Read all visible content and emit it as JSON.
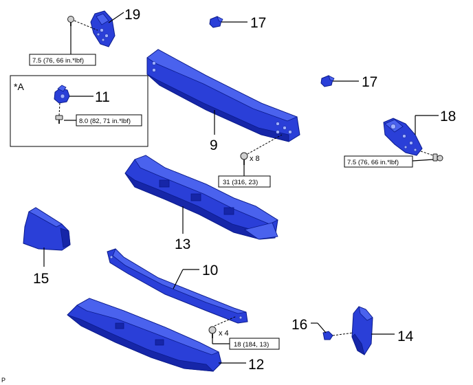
{
  "callouts": {
    "c19": "19",
    "c17a": "17",
    "c17b": "17",
    "c11": "11",
    "c9": "9",
    "c18": "18",
    "c13": "13",
    "c15": "15",
    "c10": "10",
    "c16": "16",
    "c14": "14",
    "c12": "12"
  },
  "inset": {
    "label": "*A"
  },
  "torques": {
    "t19": "7.5 (76, 66 in.*lbf)",
    "t11": "8.0 (82, 71 in.*lbf)",
    "t9": "31 (316, 23)",
    "t18": "7.5 (76, 66 in.*lbf)",
    "t10": "18 (184, 13)"
  },
  "quantities": {
    "q9": "x 8",
    "q10": "x 4"
  },
  "corner_mark": "P"
}
